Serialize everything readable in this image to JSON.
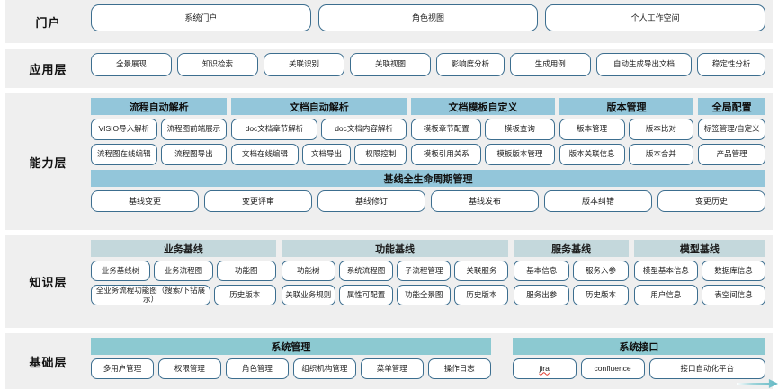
{
  "colors": {
    "band_bg": "#efefef",
    "pill_border": "#3c6e8f",
    "group_head_blue": "#93c6da",
    "group_head_light": "#c4d8dc",
    "group_head_teal": "#8cc9d1",
    "page_bg": "#ffffff"
  },
  "layers": [
    {
      "label": "门户",
      "items": [
        "系统门户",
        "角色视图",
        "个人工作空间"
      ]
    },
    {
      "label": "应用层",
      "items": [
        "全景展现",
        "知识检索",
        "关联识别",
        "关联视图",
        "影响度分析",
        "生成用例",
        "自动生成导出文档",
        "稳定性分析"
      ]
    },
    {
      "label": "能力层",
      "groups": [
        {
          "title": "流程自动解析",
          "rows": [
            [
              "VISIO导入解析",
              "流程图前端展示"
            ],
            [
              "流程图在线编辑",
              "流程图导出"
            ]
          ]
        },
        {
          "title": "文档自动解析",
          "rows": [
            [
              "doc文档章节解析",
              "doc文档内容解析"
            ],
            [
              "文档在线编辑",
              "文档导出",
              "权限控制"
            ]
          ]
        },
        {
          "title": "文档模板自定义",
          "rows": [
            [
              "模板章节配置",
              "模板查询"
            ],
            [
              "模板引用关系",
              "模板版本管理"
            ]
          ]
        },
        {
          "title": "版本管理",
          "rows": [
            [
              "版本管理",
              "版本比对"
            ],
            [
              "版本关联信息",
              "版本合并"
            ]
          ]
        },
        {
          "title": "全局配置",
          "rows": [
            [
              "标签管理/自定义"
            ],
            [
              "产品管理"
            ]
          ]
        }
      ],
      "lifecycle": {
        "title": "基线全生命周期管理",
        "items": [
          "基线变更",
          "变更评审",
          "基线修订",
          "基线发布",
          "版本纠错",
          "变更历史"
        ]
      }
    },
    {
      "label": "知识层",
      "groups": [
        {
          "title": "业务基线",
          "rows": [
            [
              "业务基线树",
              "业务流程图",
              "功能图"
            ],
            [
              "全业务流程功能图（搜索/下钻展示）",
              "历史版本"
            ]
          ]
        },
        {
          "title": "功能基线",
          "rows": [
            [
              "功能树",
              "系统流程图",
              "子流程管理",
              "关联服务"
            ],
            [
              "关联业务规则",
              "属性可配置",
              "功能全景图",
              "历史版本"
            ]
          ]
        },
        {
          "title": "服务基线",
          "rows": [
            [
              "基本信息",
              "服务入参"
            ],
            [
              "服务出参",
              "历史版本"
            ]
          ]
        },
        {
          "title": "模型基线",
          "rows": [
            [
              "模型基本信息",
              "数据库信息"
            ],
            [
              "用户信息",
              "表空间信息"
            ]
          ]
        }
      ]
    },
    {
      "label": "基础层",
      "groups": [
        {
          "title": "系统管理",
          "rows": [
            [
              "多用户管理",
              "权限管理",
              "角色管理",
              "组织机构管理",
              "菜单管理",
              "操作日志"
            ]
          ]
        },
        {
          "title": "系统接口",
          "rows": [
            [
              "jira",
              "confluence",
              "接口自动化平台"
            ]
          ]
        }
      ]
    }
  ]
}
